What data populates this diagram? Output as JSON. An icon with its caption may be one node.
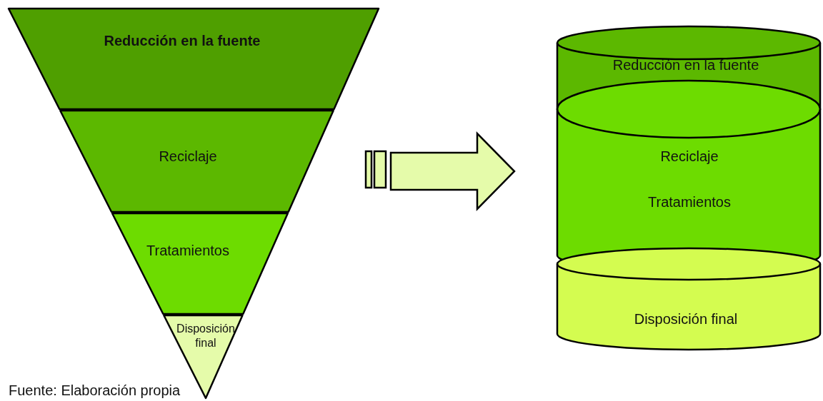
{
  "diagram": {
    "caption": "Fuente: Elaboración propia",
    "nodes": [
      {
        "text": [
          "Reducción en la fuente"
        ]
      },
      {
        "text": [
          "Reciclaje"
        ]
      },
      {
        "text": [
          "Tratamientos"
        ]
      },
      {
        "text": [
          "Disposición final"
        ]
      },
      {
        "text": [
          "Reducción en la fuente"
        ]
      },
      {
        "text": [
          "Reciclaje",
          "Tratamientos"
        ]
      },
      {
        "text": [
          "Disposición final"
        ]
      }
    ],
    "edges": [
      {
        "from": 1,
        "to": 5,
        "arrow": "to"
      }
    ]
  }
}
